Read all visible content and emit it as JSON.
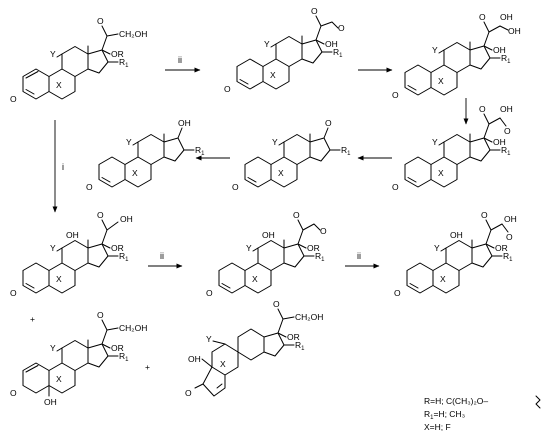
{
  "reagents": {
    "step_i": "i",
    "step_ii": "ii"
  },
  "labels": {
    "oxo": "O",
    "oh": "OH",
    "ch2oh": "CH₂OH",
    "or": "OR",
    "x": "X",
    "y": "Y",
    "r": "R",
    "sub1": "1",
    "plus": "+",
    "cooh": "OH"
  },
  "legend": {
    "line1": "R=H; C(CH₃)₂O–",
    "line2_r": "R",
    "line2_sub": "1",
    "line2_rest": "=H; CH₃",
    "line3": "X=H; F"
  },
  "colors": {
    "ink": "#000000",
    "background": "#ffffff"
  }
}
